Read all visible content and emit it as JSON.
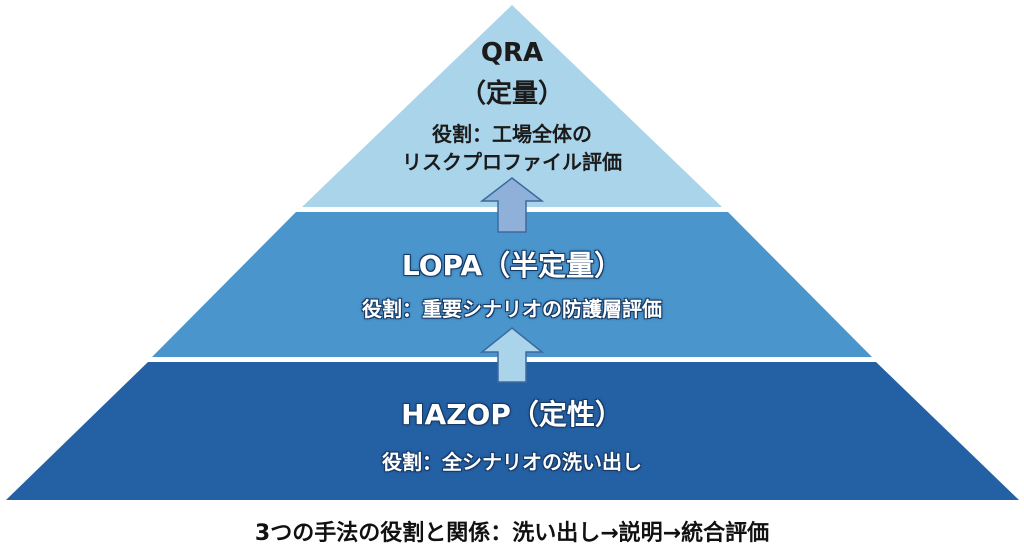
{
  "tiers": {
    "top": {
      "title": "QRA",
      "subtitle": "（定量）",
      "role_line1": "役割：工場全体の",
      "role_line2": "リスクプロファイル評価",
      "color": "#a9d4ea"
    },
    "middle": {
      "title": "LOPA（半定量）",
      "role": "役割：重要シナリオの防護層評価",
      "color": "#4a95cc"
    },
    "bottom": {
      "title": "HAZOP（定性）",
      "role": "役割：全シナリオの洗い出し",
      "color": "#2460a4"
    }
  },
  "arrows": {
    "upper_color": "#8fb0d8",
    "lower_color": "#a9d4ea"
  },
  "caption": "3つの手法の役割と関係：洗い出し→説明→統合評価"
}
